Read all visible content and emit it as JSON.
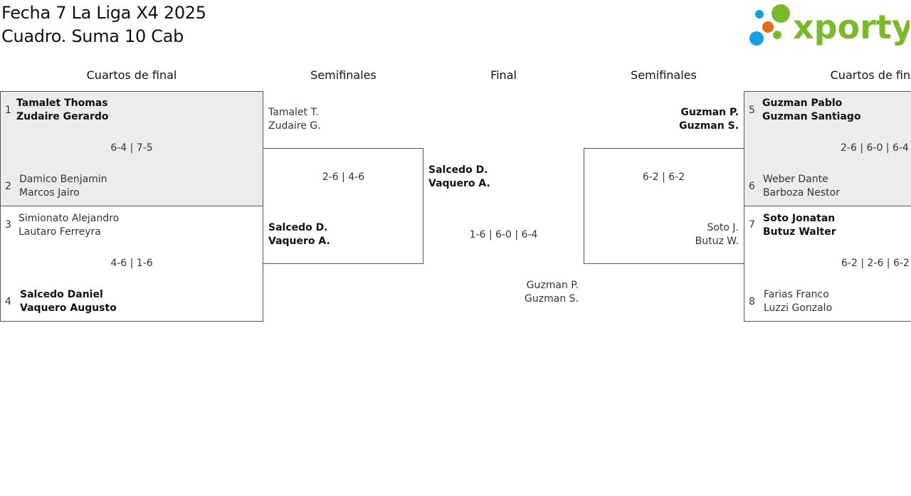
{
  "header": {
    "title_line1": "Fecha 7 La Liga X4 2025",
    "title_line2": "Cuadro. Suma 10 Cab",
    "logo_text": "xporty",
    "logo_color": "#7ab929",
    "logo_dot_colors": [
      "#16a0df",
      "#e36b1c",
      "#7ab929"
    ]
  },
  "rounds": {
    "qf_left": "Cuartos de final",
    "sf_left": "Semifinales",
    "final": "Final",
    "sf_right": "Semifinales",
    "qf_right": "Cuartos de final"
  },
  "qf_left": {
    "match1": {
      "seed_a": "1",
      "player_a1": "Tamalet Thomas",
      "player_a2": "Zudaire Gerardo",
      "score": "6-4 | 7-5",
      "seed_b": "2",
      "player_b1": "Damico Benjamin",
      "player_b2": "Marcos Jairo"
    },
    "match2": {
      "seed_a": "3",
      "player_a1": "Simionato Alejandro",
      "player_a2": "Lautaro Ferreyra",
      "score": "4-6 | 1-6",
      "seed_b": "4",
      "player_b1": "Salcedo Daniel",
      "player_b2": "Vaquero Augusto"
    }
  },
  "sf_left": {
    "team_a1": "Tamalet T.",
    "team_a2": "Zudaire G.",
    "score": "2-6 | 4-6",
    "team_b1": "Salcedo D.",
    "team_b2": "Vaquero A."
  },
  "final": {
    "team_a1": "Salcedo D.",
    "team_a2": "Vaquero A.",
    "score": "1-6 | 6-0 | 6-4",
    "team_b1": "Guzman P.",
    "team_b2": "Guzman S."
  },
  "sf_right": {
    "team_a1": "Guzman P.",
    "team_a2": "Guzman S.",
    "score": "6-2 | 6-2",
    "team_b1": "Soto J.",
    "team_b2": "Butuz W."
  },
  "qf_right": {
    "match1": {
      "seed_a": "5",
      "player_a1": "Guzman Pablo",
      "player_a2": "Guzman Santiago",
      "score": "2-6 | 6-0 | 6-4",
      "seed_b": "6",
      "player_b1": "Weber Dante",
      "player_b2": "Barboza Nestor"
    },
    "match2": {
      "seed_a": "7",
      "player_a1": "Soto Jonatan",
      "player_a2": "Butuz Walter",
      "score": "6-2 | 2-6 | 6-2",
      "seed_b": "8",
      "player_b1": "Farias Franco",
      "player_b2": "Luzzi Gonzalo"
    }
  }
}
